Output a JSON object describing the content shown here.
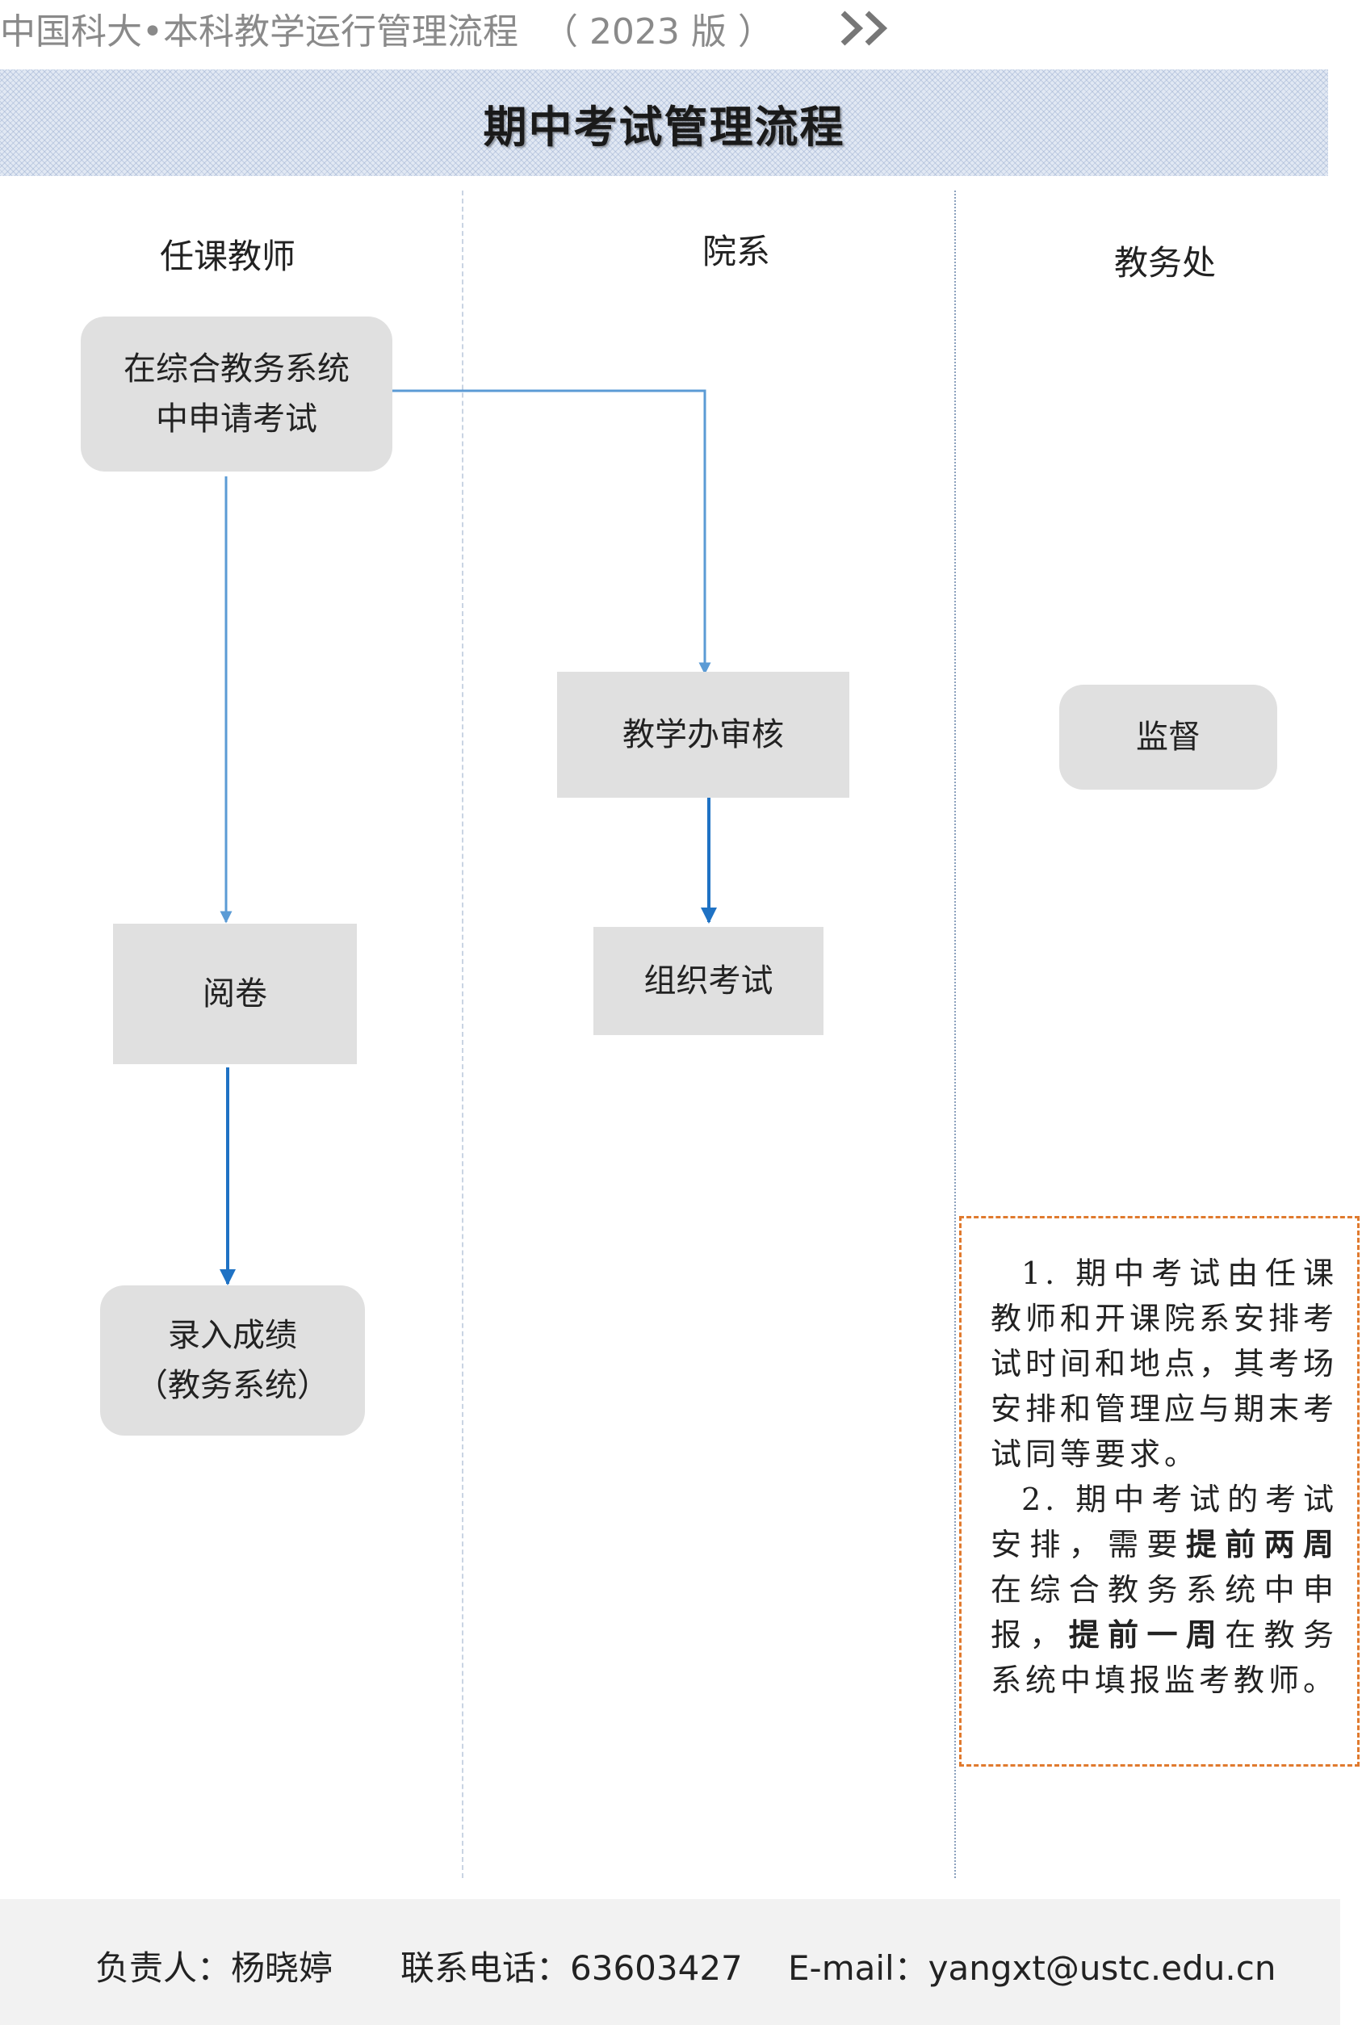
{
  "header": {
    "doc_title": "中国科大•本科教学运行管理流程",
    "year": "（ 2023 版 ）"
  },
  "title": "期中考试管理流程",
  "lanes": [
    "任课教师",
    "院系",
    "教务处"
  ],
  "nodes": {
    "apply_line1": "在综合教务系统",
    "apply_line2": "中申请考试",
    "review": "教学办审核",
    "supervise": "监督",
    "grading": "阅卷",
    "organize": "组织考试",
    "record_line1": "录入成绩",
    "record_line2": "（教务系统）"
  },
  "note": {
    "p1": "1. 期中考试由任课教师和开课院系安排考试时间和地点，其考场安排和管理应与期末考试同等要求。",
    "p2_a": "2. 期中考试的考试安排，需要",
    "p2_b": "提前两周",
    "p2_c": "在综合教务系统中申报，",
    "p2_d": "提前一周",
    "p2_e": "在教务系统中填报监考教师。"
  },
  "footer": {
    "contact_person": "负责人：杨晓婷",
    "phone": "联系电话：63603427",
    "email": "E-mail：yangxt@ustc.edu.cn"
  },
  "colors": {
    "arrow_light": "#5b9bd5",
    "arrow_dark": "#1f72c4",
    "node_fill": "#e0e0e0",
    "note_border": "#e07a2e"
  }
}
